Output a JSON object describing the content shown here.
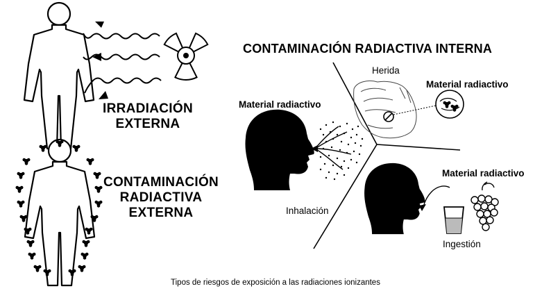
{
  "external_irradiation": {
    "title_line1": "IRRADIACIÓN",
    "title_line2": "EXTERNA"
  },
  "external_contamination": {
    "title_line1": "CONTAMINACIÓN",
    "title_line2": "RADIACTIVA",
    "title_line3": "EXTERNA"
  },
  "internal_contamination": {
    "title": "CONTAMINACIÓN RADIACTIVA INTERNA",
    "inhalation": {
      "material_label": "Material radiactivo",
      "route_label": "Inhalación"
    },
    "wound": {
      "route_label": "Herida",
      "material_label": "Material radiactivo"
    },
    "ingestion": {
      "material_label": "Material radiactivo",
      "route_label": "Ingestión"
    }
  },
  "caption": "Tipos de riesgos de exposición a las radiaciones ionizantes",
  "icons": [
    "human-figure-icon",
    "radiation-trefoil-icon",
    "wavy-radiation-arrow-icon",
    "contamination-particle-icon",
    "head-silhouette-icon",
    "open-wound-hand-icon",
    "magnifier-icon",
    "glass-icon",
    "grapes-icon"
  ]
}
